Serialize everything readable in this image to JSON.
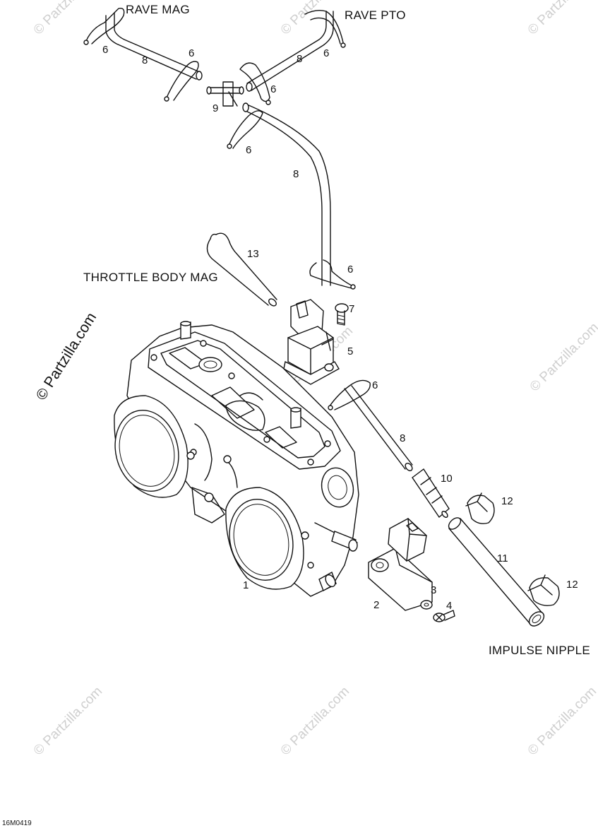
{
  "labels": {
    "rave_mag": "RAVE MAG",
    "rave_pto": "RAVE PTO",
    "throttle_body_mag": "THROTTLE BODY MAG",
    "impulse_nipple": "IMPULSE NIPPLE"
  },
  "callouts": {
    "c6a": "6",
    "c8a": "8",
    "c6b": "6",
    "c8b": "8",
    "c6c": "6",
    "c6d": "6",
    "c9": "9",
    "c6e": "6",
    "c8c": "8",
    "c13": "13",
    "c6f": "6",
    "c7": "7",
    "c5": "5",
    "c6g": "6",
    "c8d": "8",
    "c10": "10",
    "c12a": "12",
    "c11": "11",
    "c12b": "12",
    "c1": "1",
    "c3": "3",
    "c2": "2",
    "c4": "4"
  },
  "watermark": {
    "side": "© Partzilla.com",
    "tile": "© Partzilla.com"
  },
  "figure_code": "16M0419"
}
